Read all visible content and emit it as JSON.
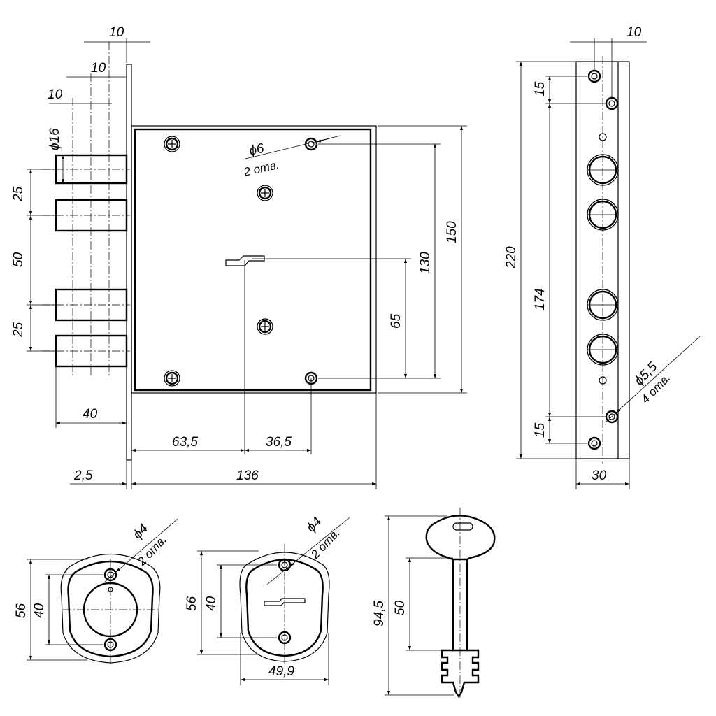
{
  "dimensions": {
    "top_offset_1": "10",
    "top_offset_2": "10",
    "top_offset_3": "10",
    "bolt_diameter": "ϕ16",
    "pitch_upper": "25",
    "pitch_middle": "50",
    "pitch_lower": "25",
    "bolt_throw": "40",
    "faceplate_thickness": "2,5",
    "case_depth": "136",
    "backset": "63,5",
    "key_to_screw": "36,5",
    "case_height": "150",
    "screw_spacing": "130",
    "key_height": "65",
    "screw_hole": "ϕ6",
    "screw_hole_count": "2 отв.",
    "strip_top_offset": "10",
    "strip_length": "220",
    "strip_hole_spacing": "174",
    "strip_top_pitch": "15",
    "strip_bottom_pitch": "15",
    "strip_width": "30",
    "strip_hole": "ϕ5,5",
    "strip_hole_count": "4 отв.",
    "escutcheon1_outer": "56",
    "escutcheon1_inner": "40",
    "escutcheon1_hole": "ϕ4",
    "escutcheon1_hole_count": "2 отв.",
    "escutcheon2_outer": "56",
    "escutcheon2_inner": "40",
    "escutcheon2_width": "49,9",
    "escutcheon2_hole": "ϕ4",
    "escutcheon2_hole_count": "2 отв.",
    "key_length": "94,5",
    "key_blade": "50"
  }
}
